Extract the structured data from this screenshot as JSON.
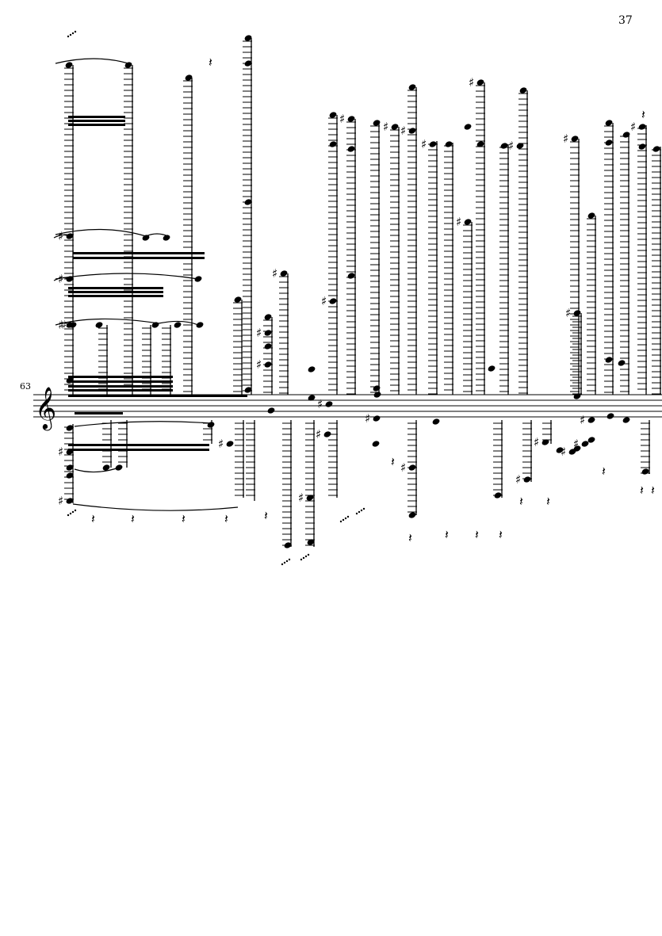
{
  "page": {
    "page_number": "37",
    "measure_number": "63"
  },
  "staff": {
    "clef": "treble",
    "lines": 5
  },
  "colors": {
    "ink": "#000000",
    "paper": "#ffffff"
  }
}
